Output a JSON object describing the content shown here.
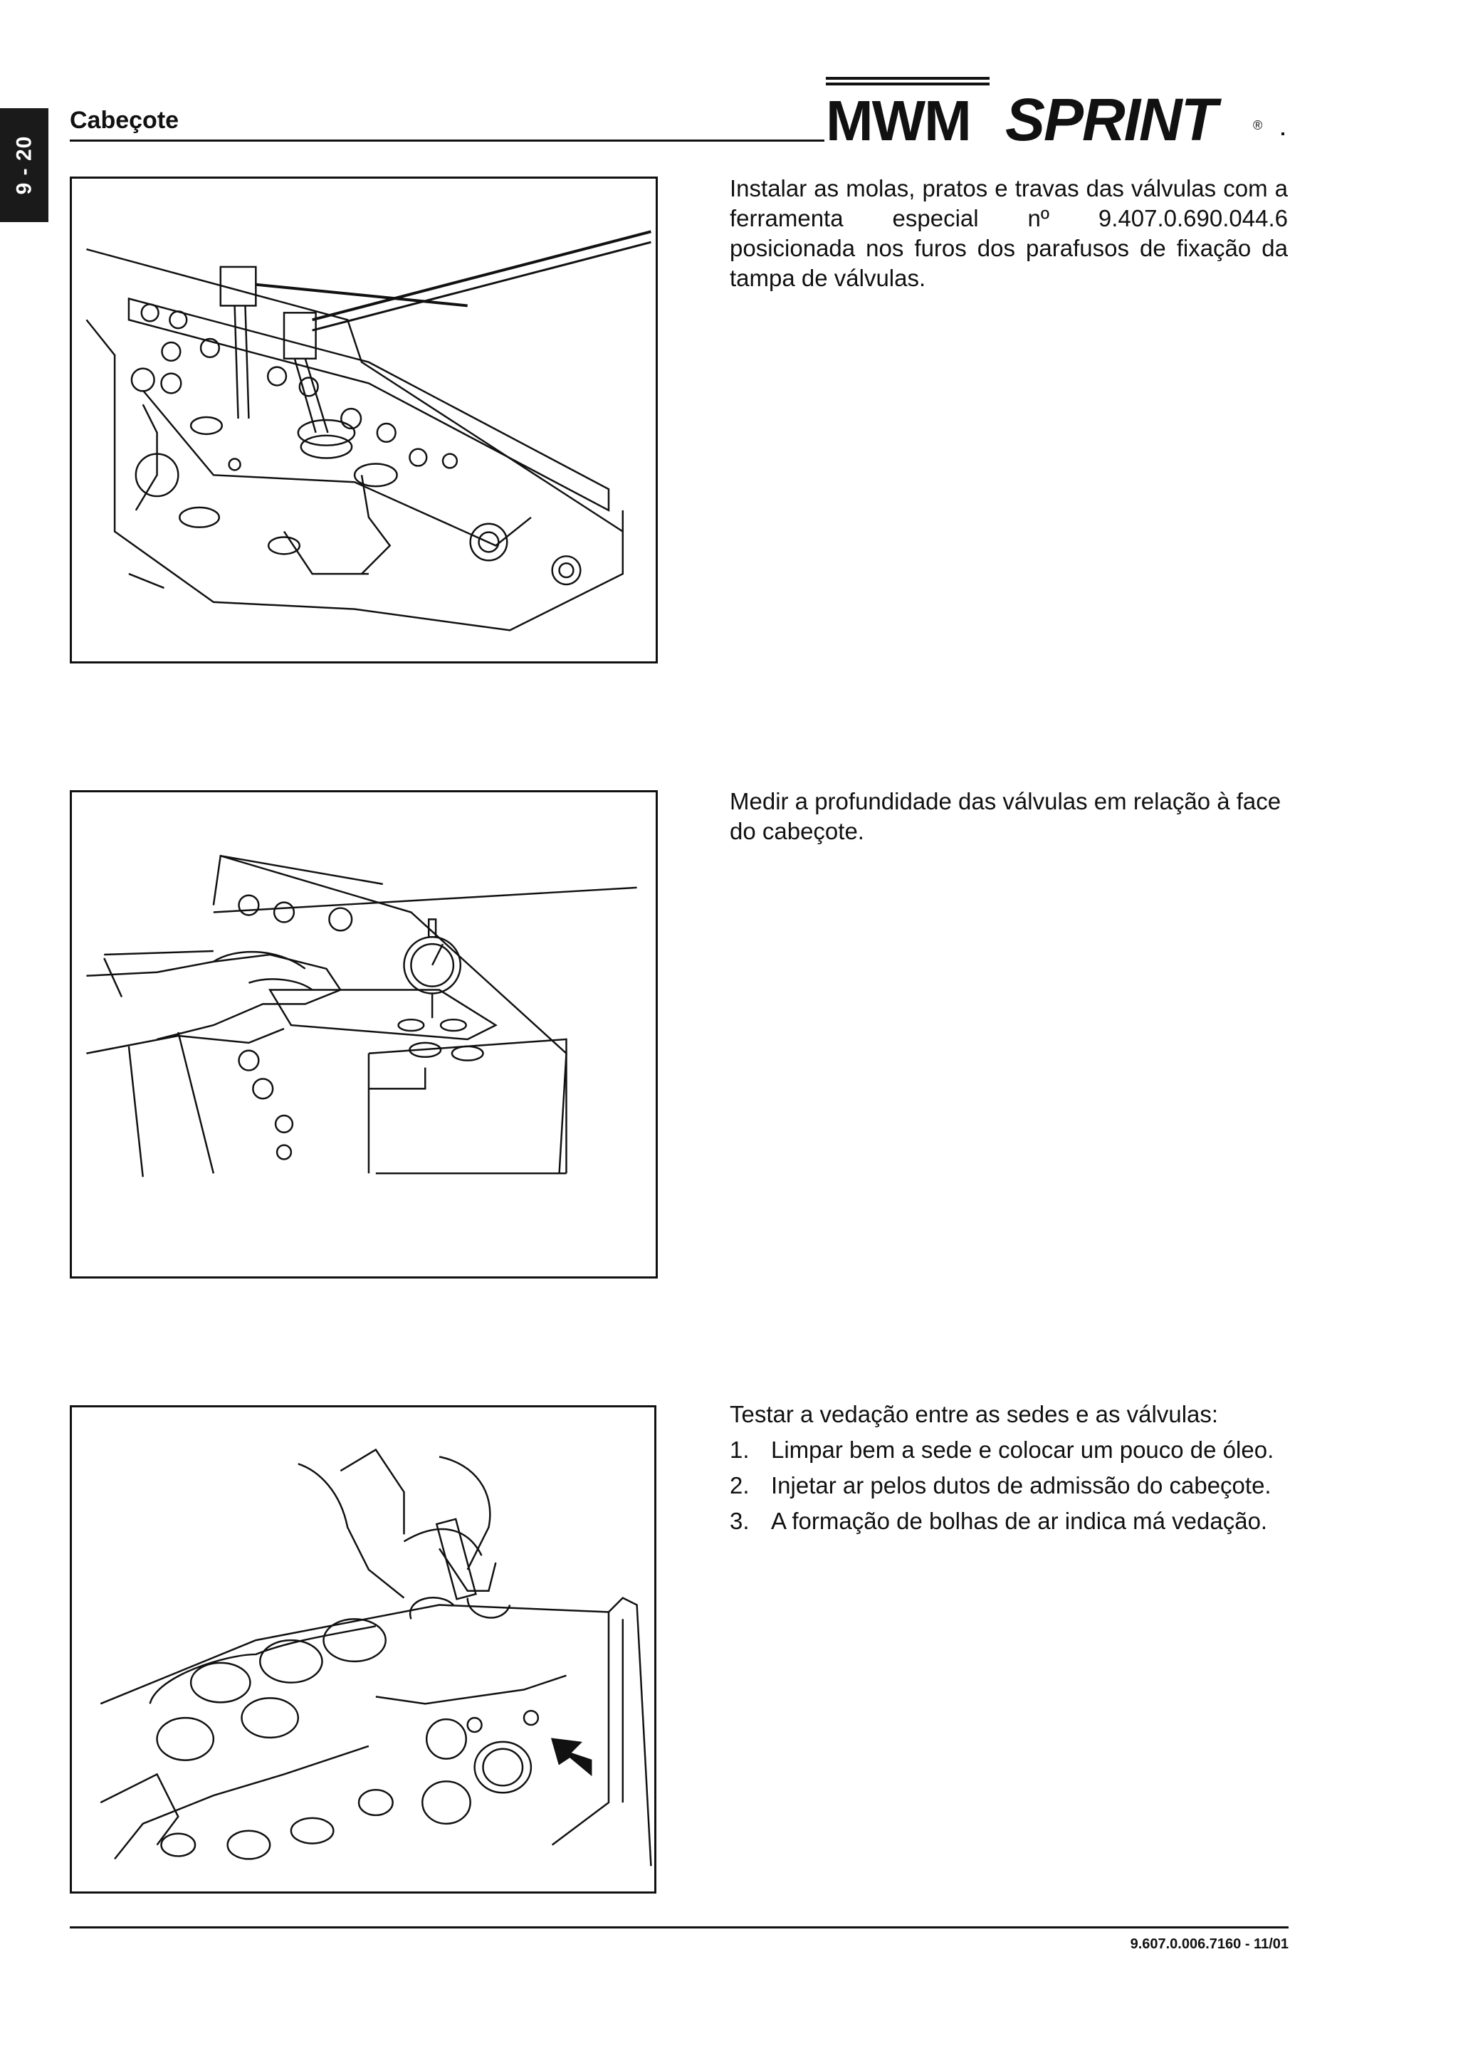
{
  "header": {
    "page_number": "9 - 20",
    "section_title": "Cabeçote",
    "brand_mwm": "MWM",
    "brand_sprint": "SPRINT",
    "brand_reg": "®"
  },
  "steps": [
    {
      "text": "Instalar as molas, pratos e travas das válvulas com a ferramenta especial nº 9.407.0.690.044.6 posicionada nos furos dos parafusos de fixação da tampa de válvulas."
    },
    {
      "text": "Medir a profundidade das válvulas em relação à face do cabeçote."
    },
    {
      "intro": "Testar a vedação entre as sedes e as válvulas:",
      "items": [
        {
          "num": "1.",
          "text": "Limpar bem a sede e colocar um pouco de óleo."
        },
        {
          "num": "2.",
          "text": "Injetar ar pelos dutos de admissão do cabeçote."
        },
        {
          "num": "3.",
          "text": "A formação de bolhas de ar indica má vedação."
        }
      ]
    }
  ],
  "footer": {
    "doc_code": "9.607.0.006.7160  -  11/01"
  }
}
